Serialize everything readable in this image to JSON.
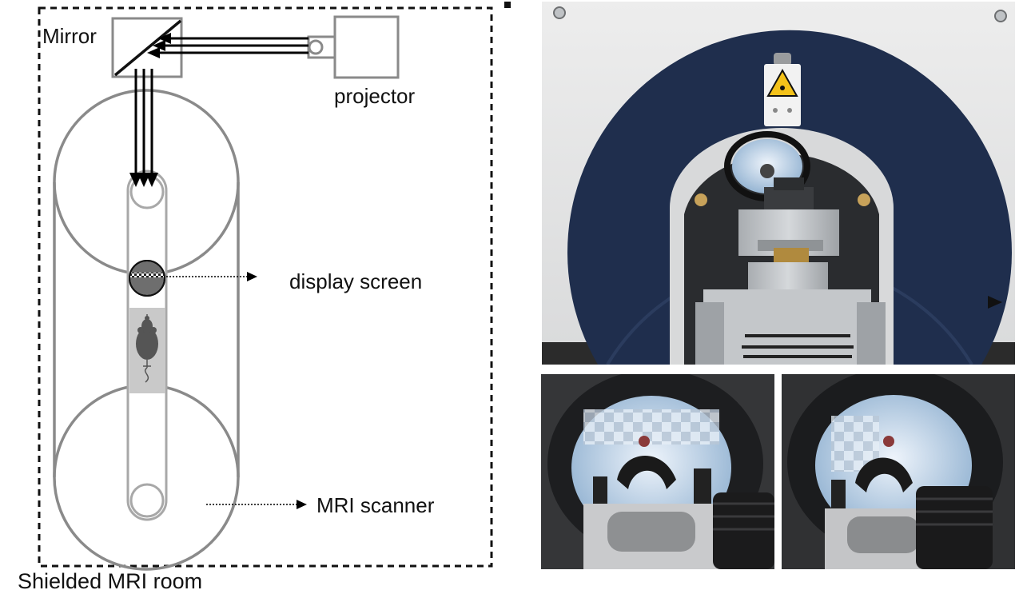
{
  "diagram": {
    "labels": {
      "mirror": "Mirror",
      "projector": "projector",
      "display_screen": "display screen",
      "mri_scanner": "MRI scanner",
      "room": "Shielded MRI room"
    }
  },
  "colors": {
    "outline": "#8a8a8a",
    "arrow": "#000000",
    "bore_dark": "#1e2d4a",
    "metal": "#b8bcc0",
    "screen_light": "#c6d8ea"
  }
}
